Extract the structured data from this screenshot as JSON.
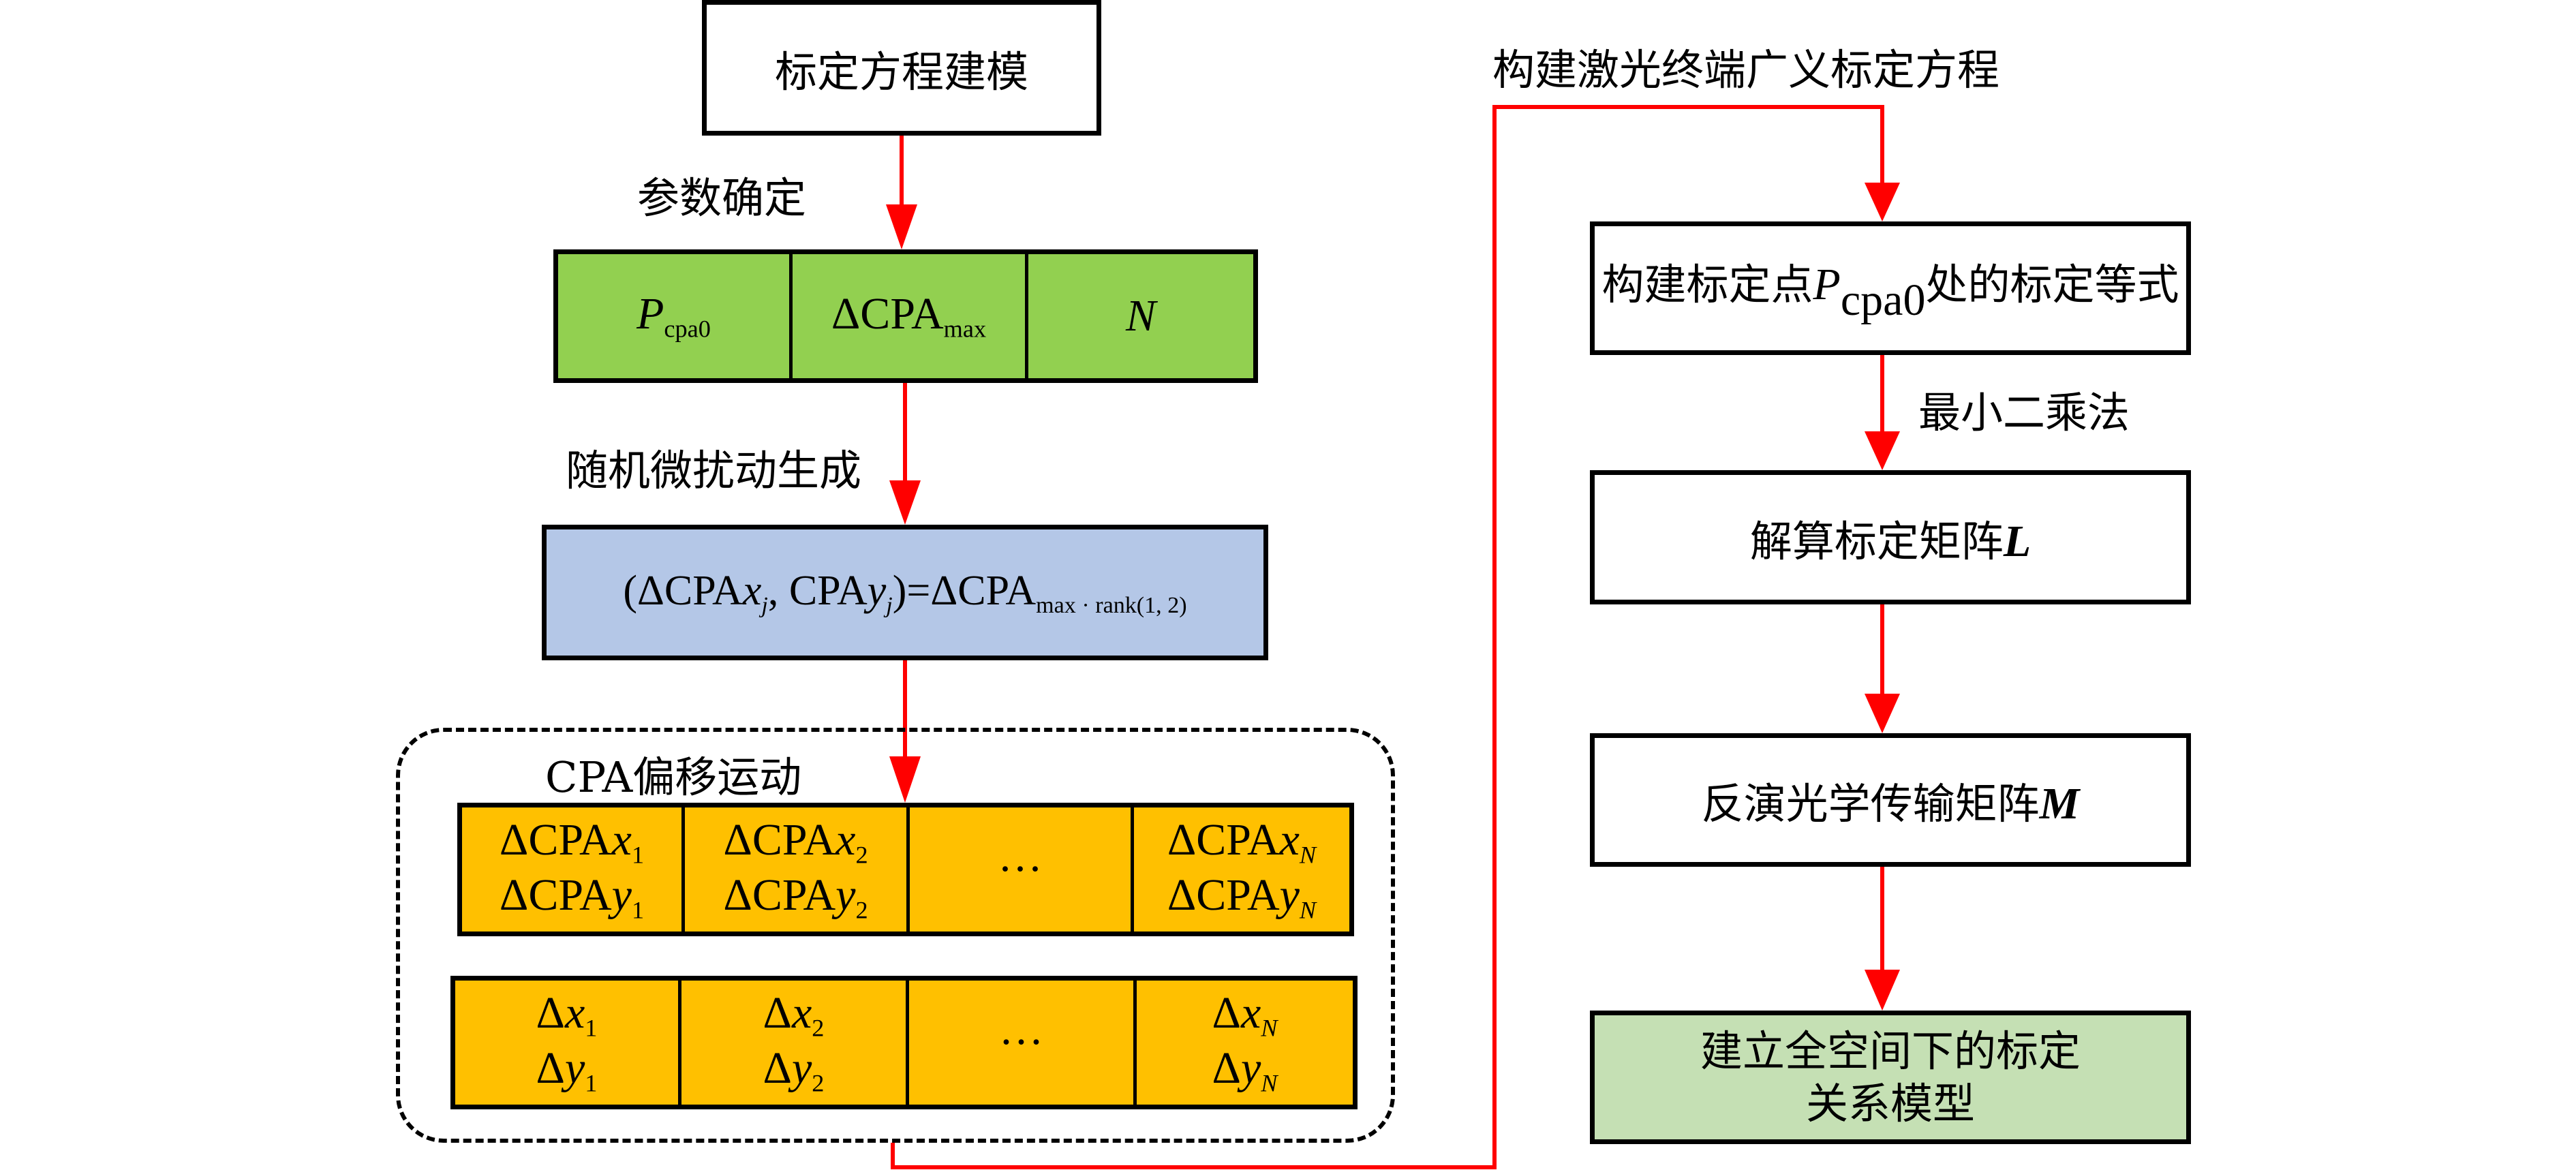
{
  "colors": {
    "arrow": "#ff0000",
    "param_fill": "#92d050",
    "perturb_fill": "#b4c7e7",
    "cpa_fill": "#ffc000",
    "final_fill": "#c5e0b4",
    "box_border": "#000000"
  },
  "left": {
    "start_box": "标定方程建模",
    "label_params": "参数确定",
    "params": [
      {
        "symbol": "P",
        "sub": "cpa0"
      },
      {
        "symbol": "ΔCPA",
        "sub": "max"
      },
      {
        "symbol": "N",
        "sub": ""
      }
    ],
    "label_perturb": "随机微扰动生成",
    "perturb_formula": {
      "lhs_open": "(ΔCPA",
      "x": "x",
      "j": "j",
      "mid": ", CPA",
      "y": "y",
      "rhs": ")=ΔCPA",
      "rhs_sub": "max · rank(1, 2)"
    },
    "cpa_group_title": "CPA偏移运动",
    "cpa_row": [
      {
        "line1": "ΔCPA",
        "var1": "x",
        "idx": "1",
        "line2": "ΔCPA",
        "var2": "y"
      },
      {
        "line1": "ΔCPA",
        "var1": "x",
        "idx": "2",
        "line2": "ΔCPA",
        "var2": "y"
      },
      {
        "ellipsis": "···"
      },
      {
        "line1": "ΔCPA",
        "var1": "x",
        "idx": "N",
        "line2": "ΔCPA",
        "var2": "y"
      }
    ],
    "delta_row": [
      {
        "line1": "Δ",
        "var1": "x",
        "idx": "1",
        "line2": "Δ",
        "var2": "y"
      },
      {
        "line1": "Δ",
        "var1": "x",
        "idx": "2",
        "line2": "Δ",
        "var2": "y"
      },
      {
        "ellipsis": "···"
      },
      {
        "line1": "Δ",
        "var1": "x",
        "idx": "N",
        "line2": "Δ",
        "var2": "y"
      }
    ]
  },
  "right": {
    "loop_label": "构建激光终端广义标定方程",
    "box1": {
      "pre": "构建标定点",
      "sym": "P",
      "sub": "cpa0",
      "post": "处的标定等式"
    },
    "label_lsq": "最小二乘法",
    "box2": {
      "text": "解算标定矩阵",
      "sym": "L"
    },
    "box3": {
      "text": "反演光学传输矩阵",
      "sym": "M"
    },
    "box4": {
      "line1": "建立全空间下的标定",
      "line2": "关系模型"
    }
  }
}
